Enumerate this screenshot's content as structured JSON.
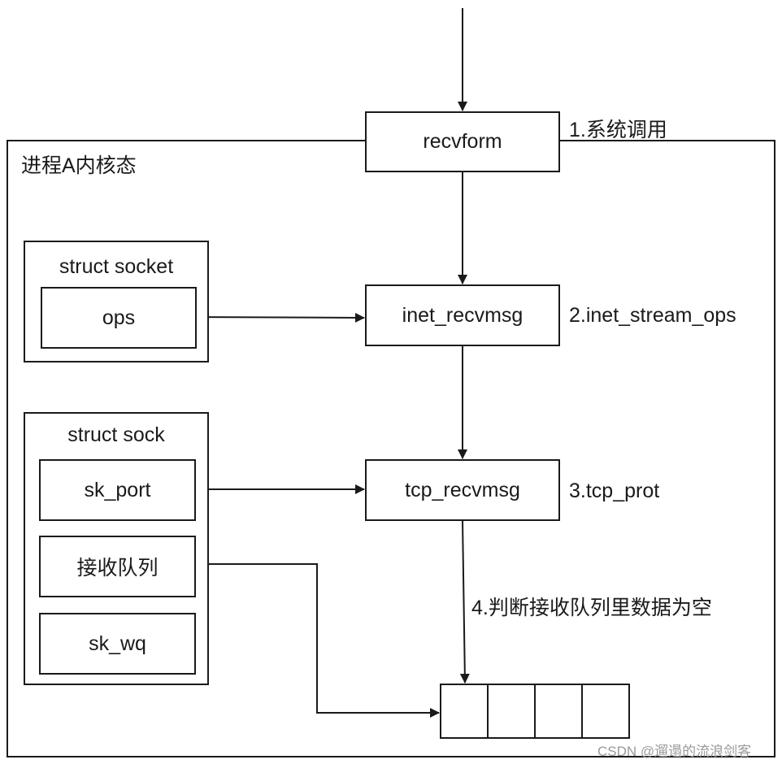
{
  "kernel_region": {
    "label": "进程A内核态"
  },
  "steps": {
    "s1": "1.系统调用",
    "s2": "2.inet_stream_ops",
    "s3": "3.tcp_prot",
    "s4": "4.判断接收队列里数据为空"
  },
  "functions": {
    "recvform": "recvform",
    "inet_recvmsg": "inet_recvmsg",
    "tcp_recvmsg": "tcp_recvmsg"
  },
  "struct_socket": {
    "title": "struct socket",
    "fields": [
      "ops"
    ]
  },
  "struct_sock": {
    "title": "struct sock",
    "fields": [
      "sk_port",
      "接收队列",
      "sk_wq"
    ]
  },
  "queue": {
    "slots": 4
  },
  "watermark": "CSDN @遛遢的流浪剑客"
}
